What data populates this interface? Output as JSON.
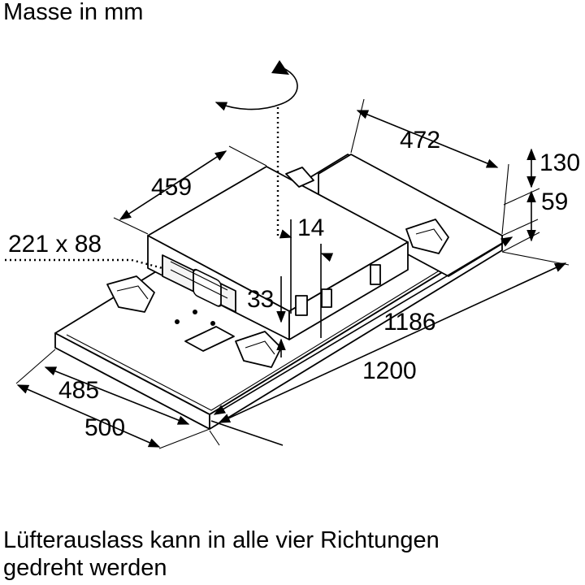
{
  "heading": "Masse in mm",
  "caption": {
    "line1": "Lüfterauslass kann in alle vier Richtungen",
    "line2": "gedreht werden"
  },
  "dimensions": {
    "motor_width": "472",
    "motor_depth": "459",
    "outlet_size": "221 x 88",
    "offset_top": "14",
    "outlet_height": "33",
    "box_height": "130",
    "panel_height": "59",
    "inner_length": "1186",
    "outer_length": "1200",
    "inner_width": "485",
    "outer_width": "500"
  },
  "icons": [
    "rotation-arrow-icon"
  ]
}
